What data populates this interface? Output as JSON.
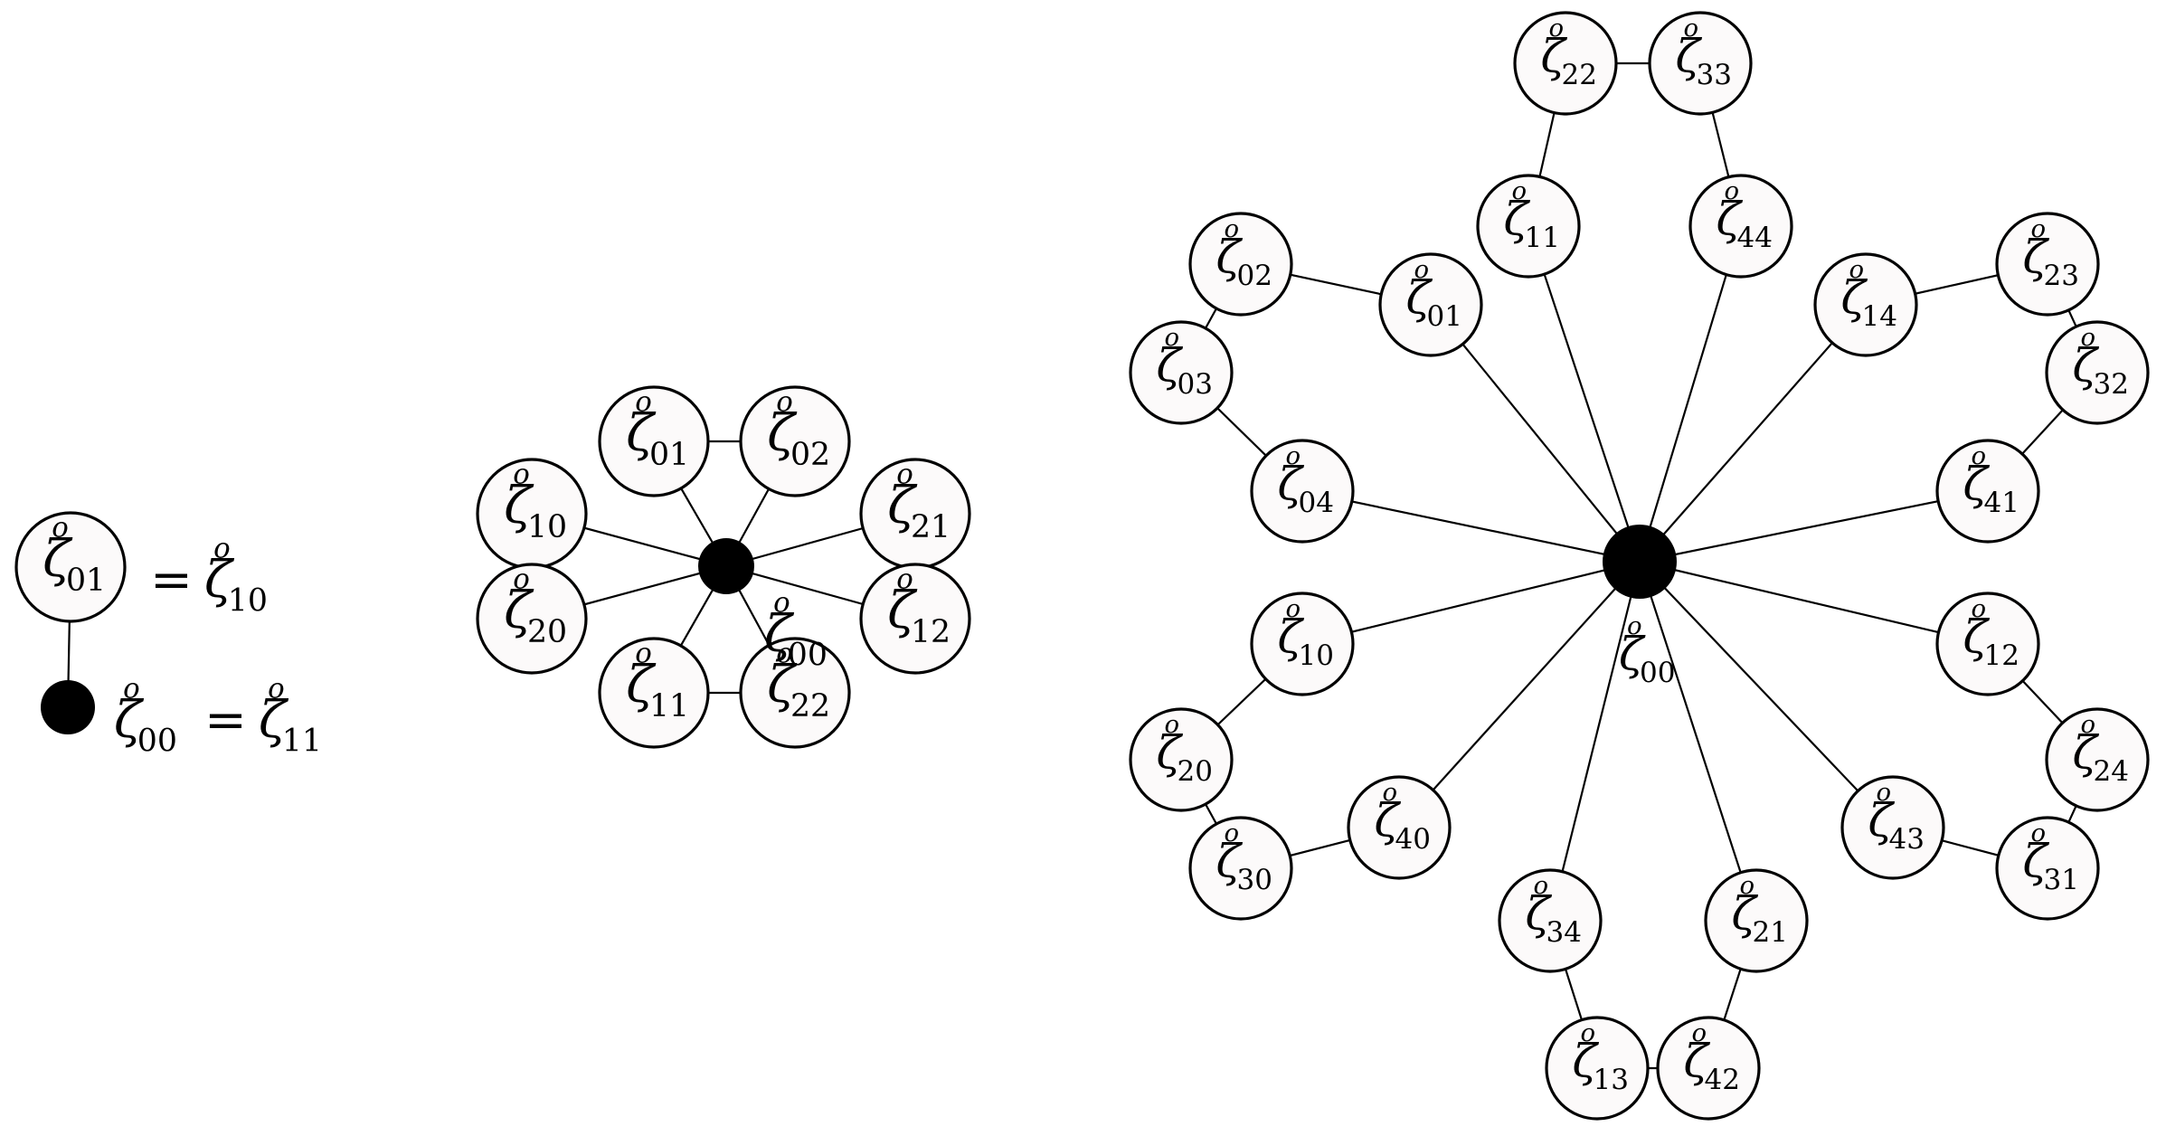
{
  "diagram_1": {
    "top": {
      "symbol": "ζ",
      "mark": "o",
      "index": "01"
    },
    "top_equals": {
      "symbol": "ζ",
      "mark": "o",
      "index": "10"
    },
    "center": {
      "symbol": "ζ",
      "mark": "o",
      "index": "00"
    },
    "center_equals": {
      "symbol": "ζ",
      "mark": "o",
      "index": "11"
    },
    "eq_sign": "="
  },
  "diagram_2": {
    "center_label": {
      "symbol": "ζ",
      "mark": "o",
      "index": "00"
    },
    "nodes": [
      "01",
      "02",
      "10",
      "21",
      "20",
      "12",
      "11",
      "22"
    ],
    "ring_edges": [
      [
        "01",
        "02"
      ],
      [
        "10",
        "20"
      ],
      [
        "21",
        "12"
      ],
      [
        "11",
        "22"
      ]
    ]
  },
  "diagram_3": {
    "center_label": {
      "symbol": "ζ",
      "mark": "o",
      "index": "00"
    },
    "nodes": [
      "22",
      "33",
      "11",
      "44",
      "02",
      "01",
      "14",
      "23",
      "03",
      "32",
      "04",
      "41",
      "10",
      "12",
      "20",
      "24",
      "40",
      "43",
      "30",
      "31",
      "34",
      "21",
      "13",
      "42"
    ],
    "spokes": [
      "11",
      "44",
      "01",
      "14",
      "04",
      "41",
      "10",
      "12",
      "40",
      "43",
      "34",
      "21"
    ],
    "ring_edges": [
      [
        "22",
        "33"
      ],
      [
        "11",
        "22"
      ],
      [
        "44",
        "33"
      ],
      [
        "02",
        "01"
      ],
      [
        "02",
        "03"
      ],
      [
        "03",
        "04"
      ],
      [
        "14",
        "23"
      ],
      [
        "23",
        "32"
      ],
      [
        "32",
        "41"
      ],
      [
        "10",
        "20"
      ],
      [
        "20",
        "30"
      ],
      [
        "30",
        "40"
      ],
      [
        "12",
        "24"
      ],
      [
        "24",
        "31"
      ],
      [
        "43",
        "31"
      ],
      [
        "34",
        "13"
      ],
      [
        "13",
        "42"
      ],
      [
        "21",
        "42"
      ]
    ]
  }
}
